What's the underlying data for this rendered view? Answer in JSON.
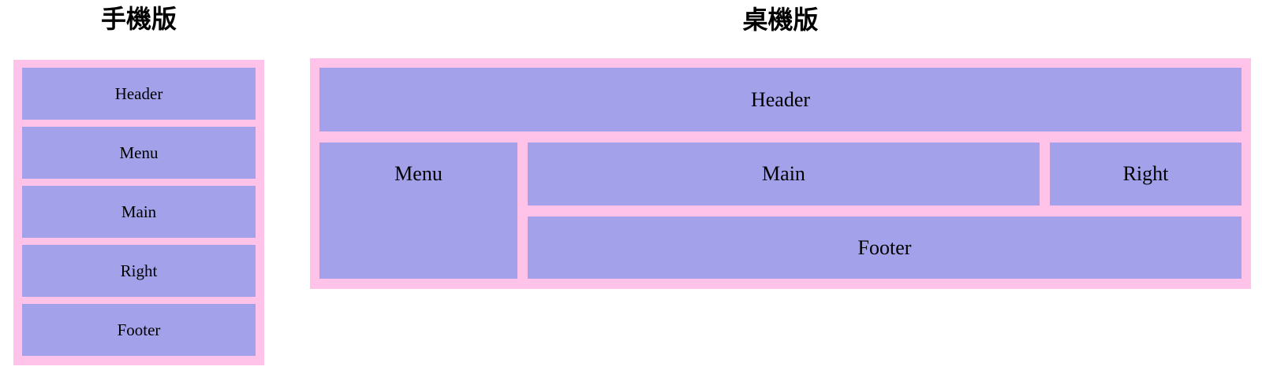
{
  "colors": {
    "page_background": "#ffffff",
    "panel_pink": "#ffc3ea",
    "box_purple": "#a2a1ea",
    "text": "#000000"
  },
  "mobile": {
    "title": "手機版",
    "boxes": [
      "Header",
      "Menu",
      "Main",
      "Right",
      "Footer"
    ]
  },
  "desktop": {
    "title": "桌機版",
    "boxes": {
      "header": "Header",
      "menu": "Menu",
      "main": "Main",
      "right": "Right",
      "footer": "Footer"
    }
  }
}
